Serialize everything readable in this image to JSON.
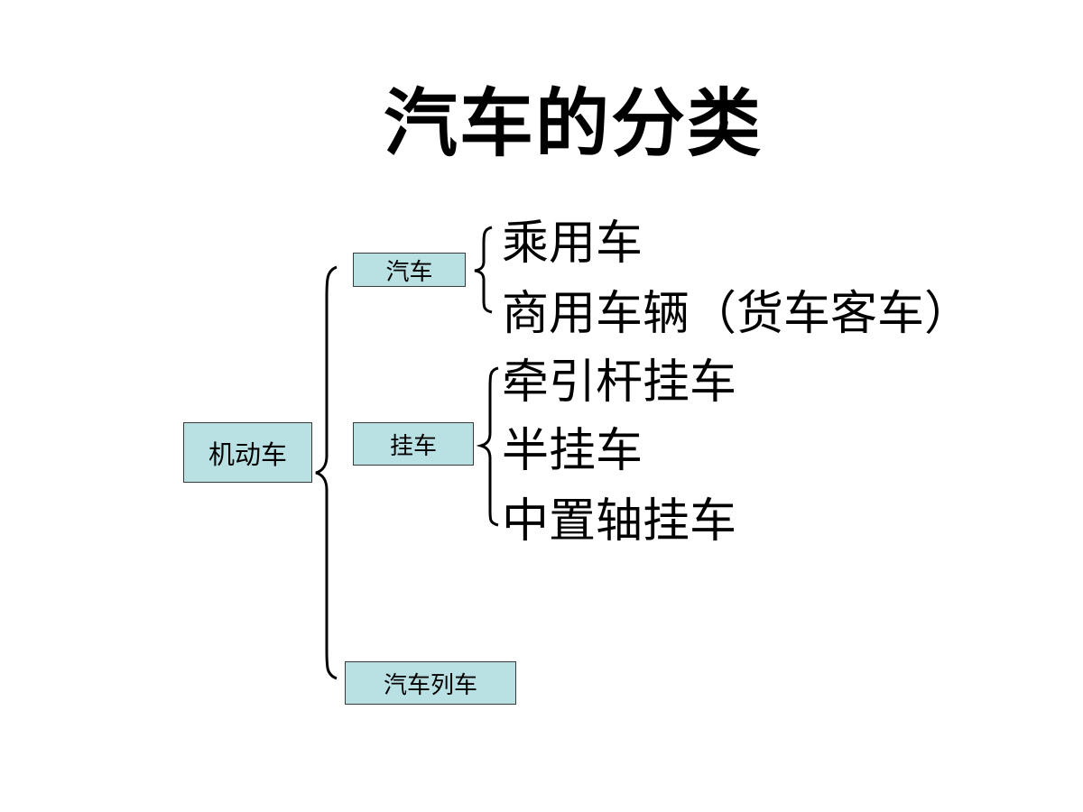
{
  "title": "汽车的分类",
  "root": "机动车",
  "categories": {
    "car": "汽车",
    "trailer": "挂车",
    "train": "汽车列车"
  },
  "car_types": [
    "乘用车",
    "商用车辆（货车客车）"
  ],
  "trailer_types": [
    "牵引杆挂车",
    "半挂车",
    "中置轴挂车"
  ],
  "colors": {
    "box_fill": "#b9e0e3",
    "box_border": "#3a3a3a",
    "text": "#000000",
    "background": "#ffffff"
  }
}
